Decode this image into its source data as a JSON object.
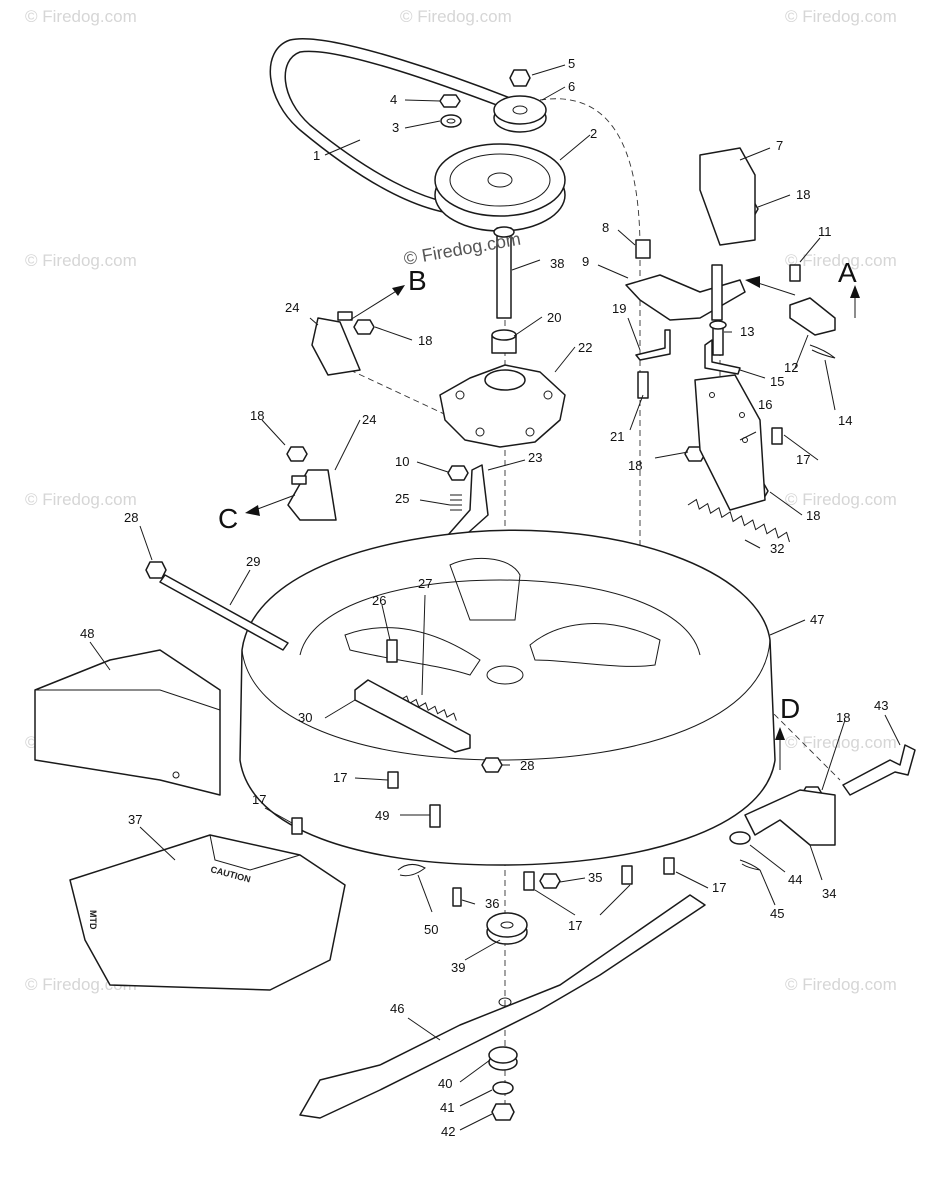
{
  "watermark": "© Firedog.com",
  "diagram_watermark": "© Firedog.com",
  "view_callouts": [
    "A",
    "B",
    "C",
    "D"
  ],
  "decal": {
    "caution": "CAUTION",
    "brand": "MTD"
  },
  "part_numbers": {
    "p1": "1",
    "p2": "2",
    "p3": "3",
    "p4": "4",
    "p5": "5",
    "p6": "6",
    "p7": "7",
    "p8": "8",
    "p9": "9",
    "p10": "10",
    "p11": "11",
    "p12": "12",
    "p13": "13",
    "p14": "14",
    "p15": "15",
    "p16": "16",
    "p17a": "17",
    "p17b": "17",
    "p17c": "17",
    "p17d": "17",
    "p17e": "17",
    "p18a": "18",
    "p18b": "18",
    "p18c": "18",
    "p18d": "18",
    "p18e": "18",
    "p18f": "18",
    "p19": "19",
    "p20": "20",
    "p21": "21",
    "p22": "22",
    "p23": "23",
    "p24a": "24",
    "p24b": "24",
    "p25": "25",
    "p26": "26",
    "p27": "27",
    "p28a": "28",
    "p28b": "28",
    "p29": "29",
    "p30": "30",
    "p32": "32",
    "p34": "34",
    "p35": "35",
    "p36": "36",
    "p37": "37",
    "p38": "38",
    "p39": "39",
    "p40": "40",
    "p41": "41",
    "p42": "42",
    "p43": "43",
    "p44": "44",
    "p45": "45",
    "p46": "46",
    "p47": "47",
    "p48": "48",
    "p49": "49",
    "p50": "50"
  }
}
